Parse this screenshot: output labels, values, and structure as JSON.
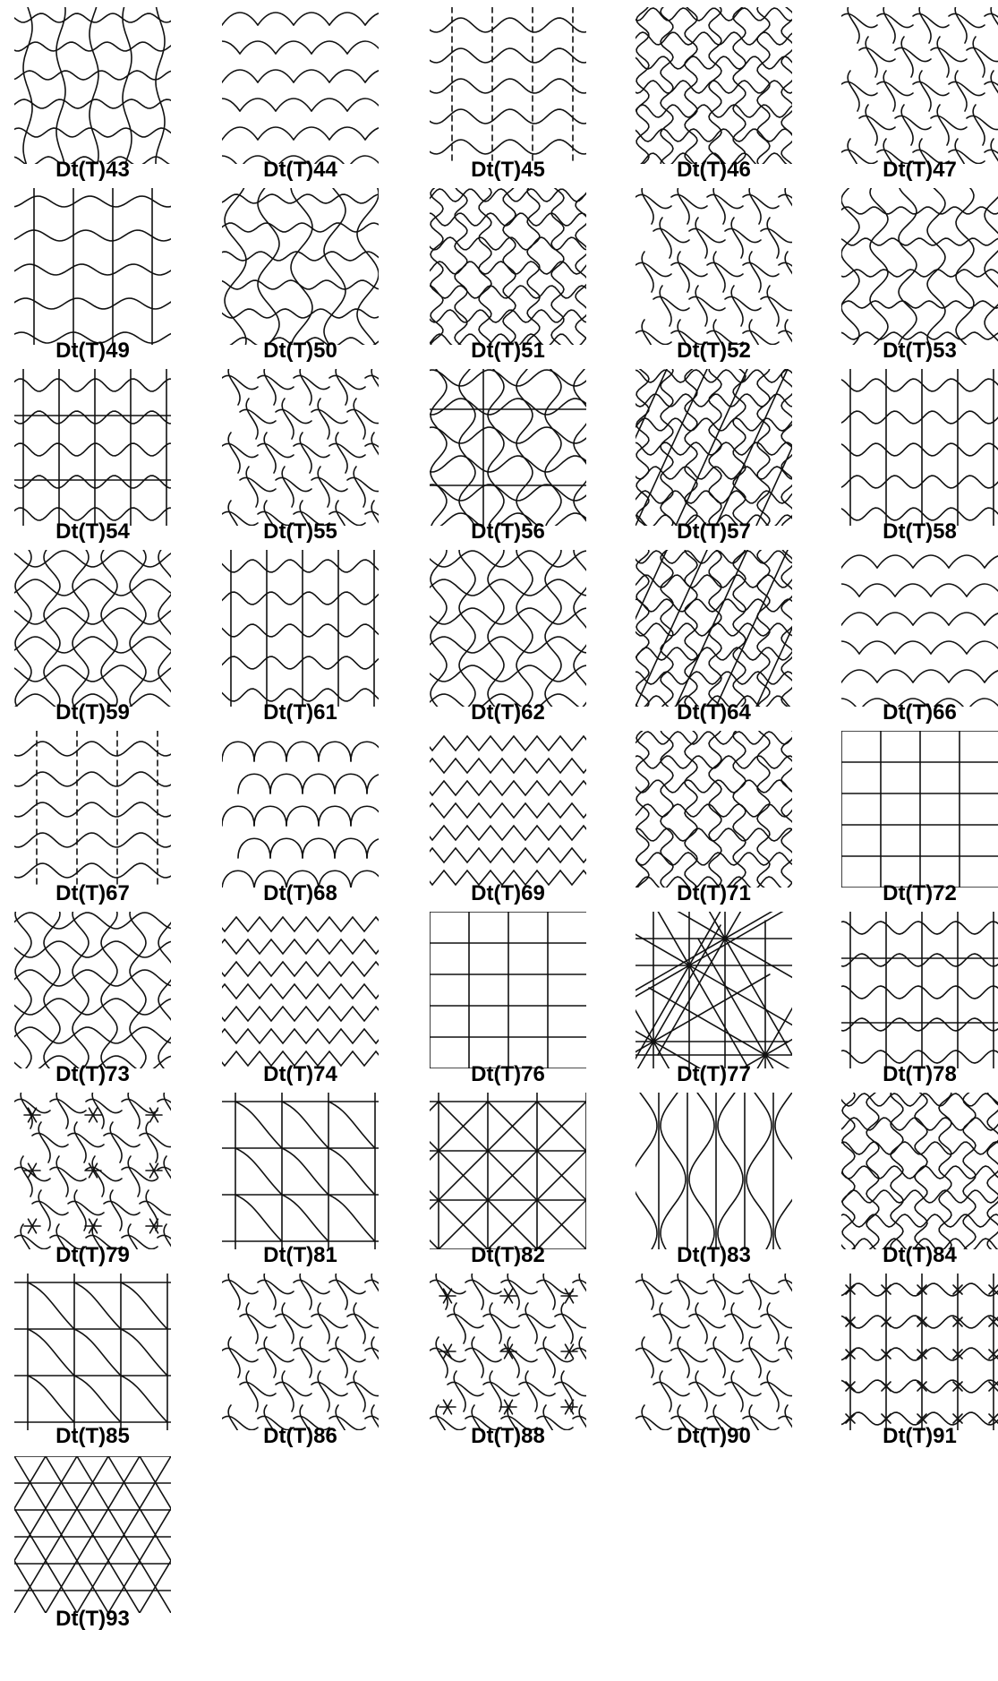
{
  "tilings": [
    {
      "label": "Dt(T)43",
      "style": "waves-h-v"
    },
    {
      "label": "Dt(T)44",
      "style": "scales"
    },
    {
      "label": "Dt(T)45",
      "style": "waves-h-dash"
    },
    {
      "label": "Dt(T)46",
      "style": "puzzle"
    },
    {
      "label": "Dt(T)47",
      "style": "swirl"
    },
    {
      "label": "Dt(T)49",
      "style": "steps-h"
    },
    {
      "label": "Dt(T)50",
      "style": "waves-h-v-lines"
    },
    {
      "label": "Dt(T)51",
      "style": "puzzle"
    },
    {
      "label": "Dt(T)52",
      "style": "swirl"
    },
    {
      "label": "Dt(T)53",
      "style": "waves-v"
    },
    {
      "label": "Dt(T)54",
      "style": "grid-wave-frame"
    },
    {
      "label": "Dt(T)55",
      "style": "swirl"
    },
    {
      "label": "Dt(T)56",
      "style": "bumps-grid"
    },
    {
      "label": "Dt(T)57",
      "style": "puzzle-diag"
    },
    {
      "label": "Dt(T)58",
      "style": "grid-wave"
    },
    {
      "label": "Dt(T)59",
      "style": "bumps"
    },
    {
      "label": "Dt(T)61",
      "style": "grid-wave"
    },
    {
      "label": "Dt(T)62",
      "style": "bumps"
    },
    {
      "label": "Dt(T)64",
      "style": "puzzle-diag"
    },
    {
      "label": "Dt(T)66",
      "style": "scales"
    },
    {
      "label": "Dt(T)67",
      "style": "waves-h-dash"
    },
    {
      "label": "Dt(T)68",
      "style": "arches"
    },
    {
      "label": "Dt(T)69",
      "style": "zigzag"
    },
    {
      "label": "Dt(T)71",
      "style": "puzzle"
    },
    {
      "label": "Dt(T)72",
      "style": "grid"
    },
    {
      "label": "Dt(T)73",
      "style": "bumps"
    },
    {
      "label": "Dt(T)74",
      "style": "zigzag"
    },
    {
      "label": "Dt(T)76",
      "style": "grid"
    },
    {
      "label": "Dt(T)77",
      "style": "star"
    },
    {
      "label": "Dt(T)78",
      "style": "grid-wave-frame"
    },
    {
      "label": "Dt(T)79",
      "style": "swirl-star"
    },
    {
      "label": "Dt(T)81",
      "style": "grid-cusp"
    },
    {
      "label": "Dt(T)82",
      "style": "grid-x"
    },
    {
      "label": "Dt(T)83",
      "style": "arches-v"
    },
    {
      "label": "Dt(T)84",
      "style": "puzzle"
    },
    {
      "label": "Dt(T)85",
      "style": "grid-cusp"
    },
    {
      "label": "Dt(T)86",
      "style": "swirl"
    },
    {
      "label": "Dt(T)88",
      "style": "swirl-star"
    },
    {
      "label": "Dt(T)90",
      "style": "swirl"
    },
    {
      "label": "Dt(T)91",
      "style": "grid-wave-x"
    },
    {
      "label": "Dt(T)93",
      "style": "triangles"
    }
  ]
}
